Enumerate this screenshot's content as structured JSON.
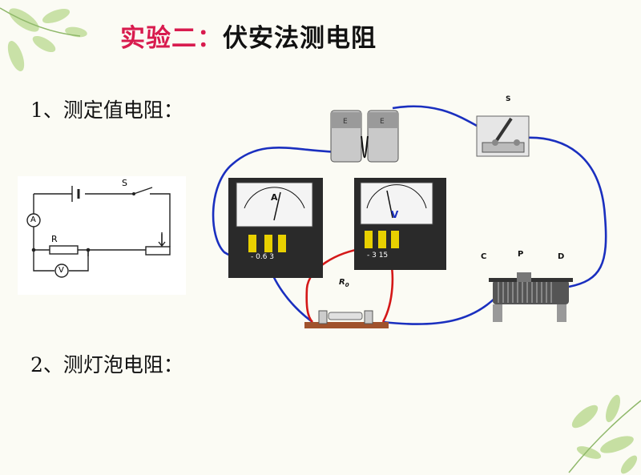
{
  "slide": {
    "title_prefix": "实验二：",
    "title_main": "伏安法测电阻",
    "item1": "1、测定值电阻：",
    "item2": "2、测灯泡电阻："
  },
  "schematic": {
    "switch_label": "S",
    "resistor_label": "R",
    "ammeter_symbol": "A",
    "voltmeter_symbol": "V"
  },
  "apparatus": {
    "switch_label": "S",
    "rheostat_c": "C",
    "rheostat_p": "P",
    "rheostat_d": "D",
    "resistor_label": "R",
    "resistor_sub": "0",
    "ammeter_letter": "A",
    "ammeter_terminals": "- 0.6 3",
    "voltmeter_letter": "V",
    "voltmeter_terminals": "- 3 15",
    "battery_mark": "E"
  },
  "colors": {
    "title_accent": "#d81b4e",
    "wire_blue": "#1a2fbf",
    "wire_red": "#d41818"
  }
}
